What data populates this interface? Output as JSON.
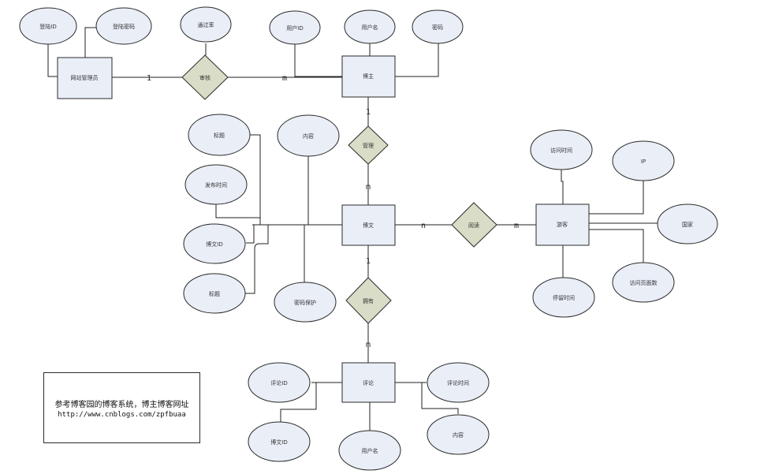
{
  "entities": {
    "admin": "网站管理员",
    "blogger": "博主",
    "article": "博文",
    "visitor": "游客",
    "comment": "评论"
  },
  "relationships": {
    "review": "审核",
    "manage": "管理",
    "read": "阅读",
    "own": "拥有"
  },
  "attributes": {
    "login_id": "登陆ID",
    "login_pwd": "登陆密码",
    "pass_rate": "通过率",
    "user_id": "用户ID",
    "user_name": "用户名",
    "password": "密码",
    "art_title_top": "标题",
    "art_content": "内容",
    "publish_time": "发布时间",
    "art_id": "博文ID",
    "art_title": "标题",
    "pwd_protect": "密码保护",
    "visit_time": "访问时间",
    "ip": "IP",
    "country": "国家",
    "stay_time": "停留时间",
    "page_count": "访问页面数",
    "comment_id": "评论ID",
    "comment_time": "评论时间",
    "comment_art_id": "博文ID",
    "comment_user": "用户名",
    "comment_content": "内容"
  },
  "cardinalities": {
    "admin_review": "1",
    "review_blogger": "m",
    "blogger_manage": "1",
    "manage_article": "m",
    "article_read": "n",
    "read_visitor": "m",
    "article_own": "1",
    "own_comment": "m"
  },
  "note": {
    "line1": "参考博客园的博客系统，博主博客网址",
    "line2": "http://www.cnblogs.com/zpfbuaa"
  }
}
